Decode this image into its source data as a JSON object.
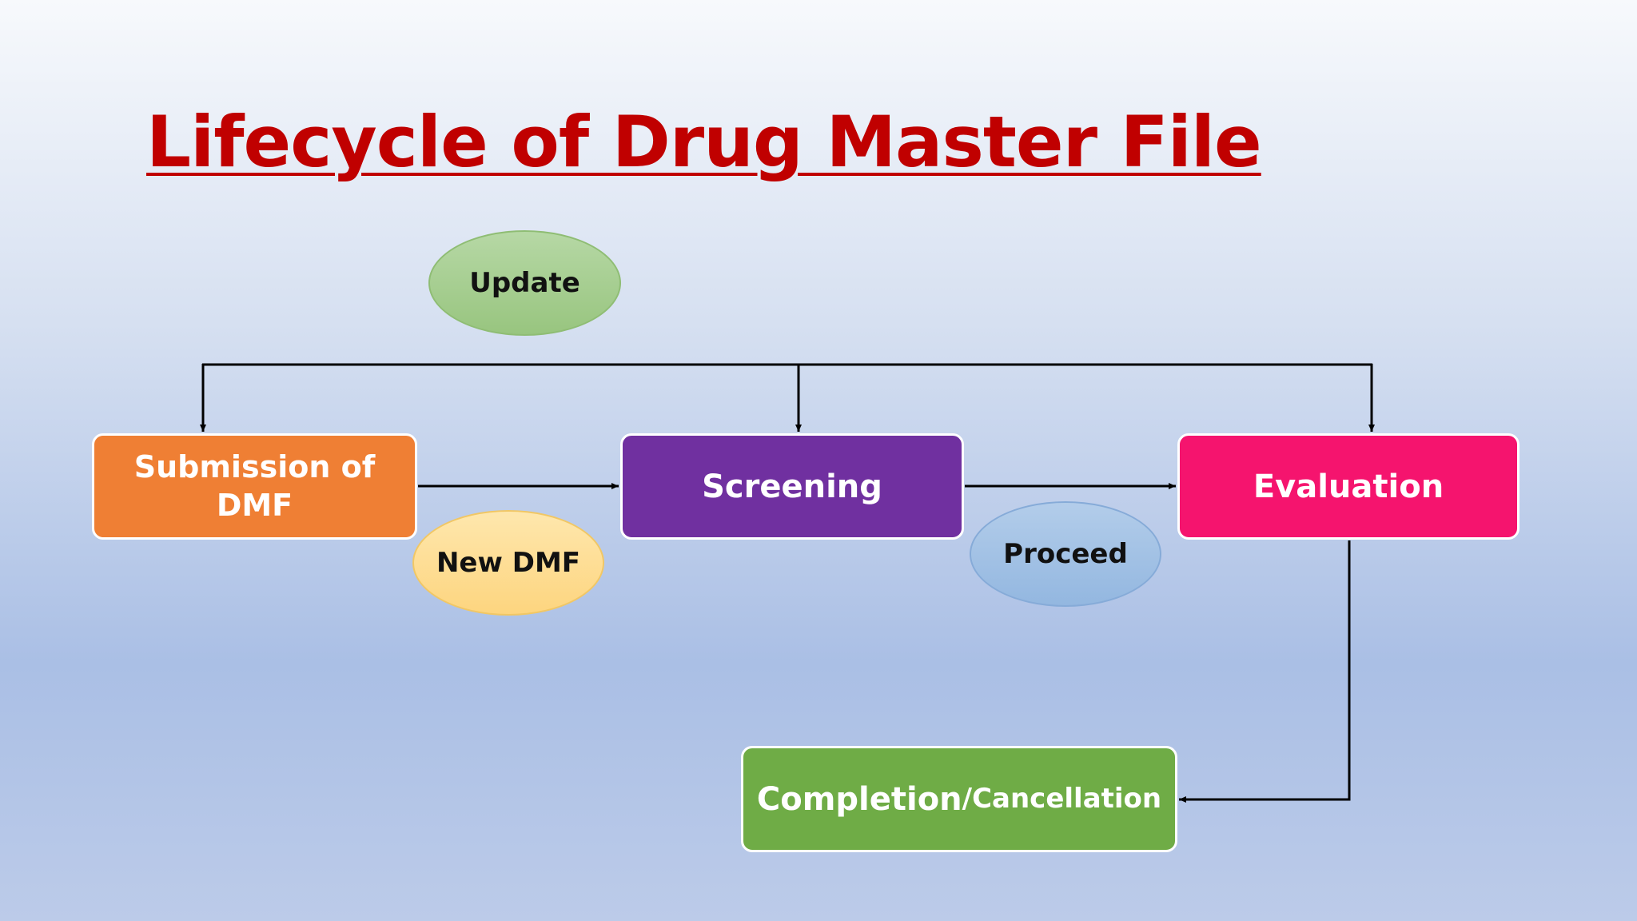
{
  "title": "Lifecycle of Drug Master File",
  "nodes": {
    "submission": {
      "line1": "Submission of",
      "line2": "DMF",
      "color": "#ef7f34"
    },
    "screening": {
      "label": "Screening",
      "color": "#7030a0"
    },
    "evaluation": {
      "label": "Evaluation",
      "color": "#f5146e"
    },
    "completion": {
      "main": "Completion",
      "separator": " / ",
      "secondary": "Cancellation",
      "color": "#6fac46"
    }
  },
  "labels": {
    "update": "Update",
    "new_dmf": {
      "line1": "New",
      "line2": "DMF"
    },
    "proceed": "Proceed"
  },
  "colors": {
    "title": "#c00000",
    "update_fill": "#a9d08e",
    "new_dmf_fill": "#ffd97f",
    "proceed_fill": "#9dc3e6",
    "arrow": "#000000"
  }
}
